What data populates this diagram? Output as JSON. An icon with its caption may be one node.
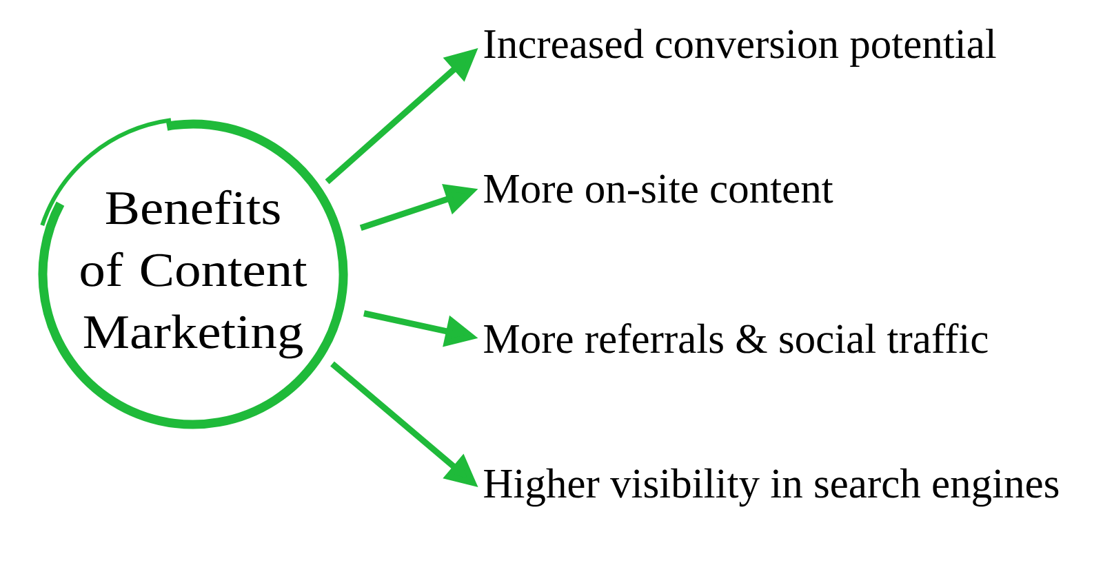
{
  "diagram": {
    "nodes": [
      {
        "text": [
          "Benefits of Content Marketing"
        ]
      },
      {
        "text": [
          "Increased conversion potential"
        ]
      },
      {
        "text": [
          "More on-site content"
        ]
      },
      {
        "text": [
          "More referrals & social traffic"
        ]
      },
      {
        "text": [
          "Higher visibility in search engines"
        ]
      }
    ],
    "edges": [
      {
        "from": 0,
        "to": 1,
        "arrow": "to"
      },
      {
        "from": 0,
        "to": 2,
        "arrow": "to"
      },
      {
        "from": 0,
        "to": 3,
        "arrow": "to"
      },
      {
        "from": 0,
        "to": 4,
        "arrow": "to"
      }
    ]
  }
}
